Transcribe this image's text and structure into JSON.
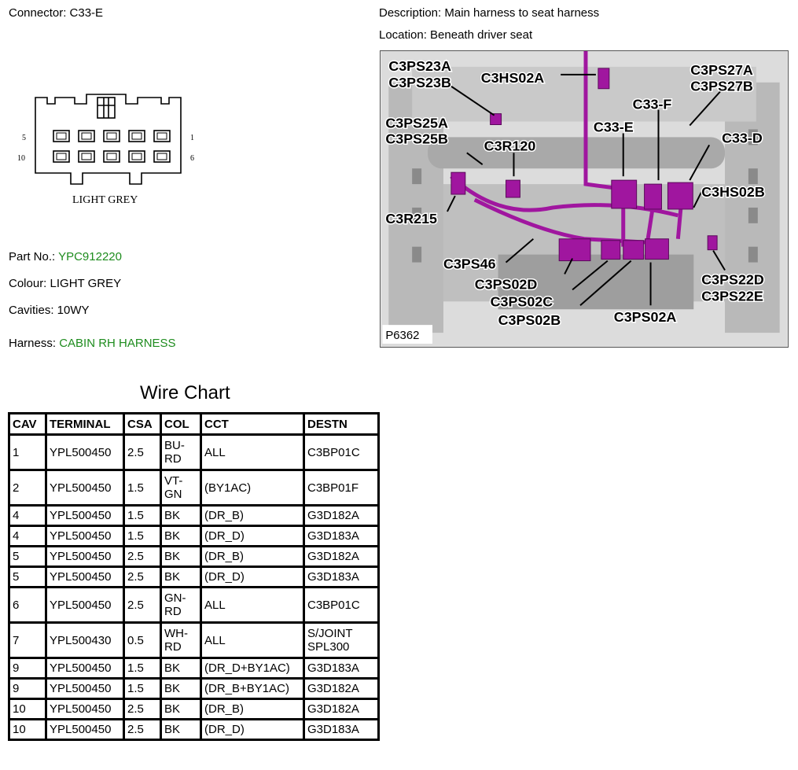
{
  "header": {
    "connector": "Connector: C33-E",
    "description": "Description: Main harness to seat harness",
    "location": "Location: Beneath driver seat"
  },
  "connector_drawing": {
    "label": "LIGHT GREY",
    "pin_labels": {
      "top_left": "5",
      "top_right": "1",
      "bottom_left": "10",
      "bottom_right": "6"
    }
  },
  "info": {
    "part_label": "Part No.:",
    "part_value": "YPC912220",
    "colour": "Colour: LIGHT GREY",
    "cavities": "Cavities: 10WY",
    "harness_label": "Harness:",
    "harness_value": "CABIN RH HARNESS"
  },
  "photo": {
    "ref": "P6362",
    "callouts": [
      "C3PS23A",
      "C3PS23B",
      "C3HS02A",
      "C3PS27A",
      "C3PS27B",
      "C33-F",
      "C3PS25A",
      "C3PS25B",
      "C33-E",
      "C33-D",
      "C3R120",
      "C3HS02B",
      "C3R215",
      "C3PS46",
      "C3PS02D",
      "C3PS02C",
      "C3PS02B",
      "C3PS02A",
      "C3PS22D",
      "C3PS22E"
    ]
  },
  "wire_chart": {
    "title": "Wire Chart",
    "headers": [
      "CAV",
      "TERMINAL",
      "CSA",
      "COL",
      "CCT",
      "DESTN"
    ],
    "rows": [
      [
        "1",
        "YPL500450",
        "2.5",
        "BU-\nRD",
        "ALL",
        "C3BP01C"
      ],
      [
        "2",
        "YPL500450",
        "1.5",
        "VT-\nGN",
        "(BY1AC)",
        "C3BP01F"
      ],
      [
        "4",
        "YPL500450",
        "1.5",
        "BK",
        "(DR_B)",
        "G3D182A"
      ],
      [
        "4",
        "YPL500450",
        "1.5",
        "BK",
        "(DR_D)",
        "G3D183A"
      ],
      [
        "5",
        "YPL500450",
        "2.5",
        "BK",
        "(DR_B)",
        "G3D182A"
      ],
      [
        "5",
        "YPL500450",
        "2.5",
        "BK",
        "(DR_D)",
        "G3D183A"
      ],
      [
        "6",
        "YPL500450",
        "2.5",
        "GN-\nRD",
        "ALL",
        "C3BP01C"
      ],
      [
        "7",
        "YPL500430",
        "0.5",
        "WH-\nRD",
        "ALL",
        "S/JOINT\nSPL300"
      ],
      [
        "9",
        "YPL500450",
        "1.5",
        "BK",
        "(DR_D+BY1AC)",
        "G3D183A"
      ],
      [
        "9",
        "YPL500450",
        "1.5",
        "BK",
        "(DR_B+BY1AC)",
        "G3D182A"
      ],
      [
        "10",
        "YPL500450",
        "2.5",
        "BK",
        "(DR_B)",
        "G3D182A"
      ],
      [
        "10",
        "YPL500450",
        "2.5",
        "BK",
        "(DR_D)",
        "G3D183A"
      ]
    ]
  }
}
